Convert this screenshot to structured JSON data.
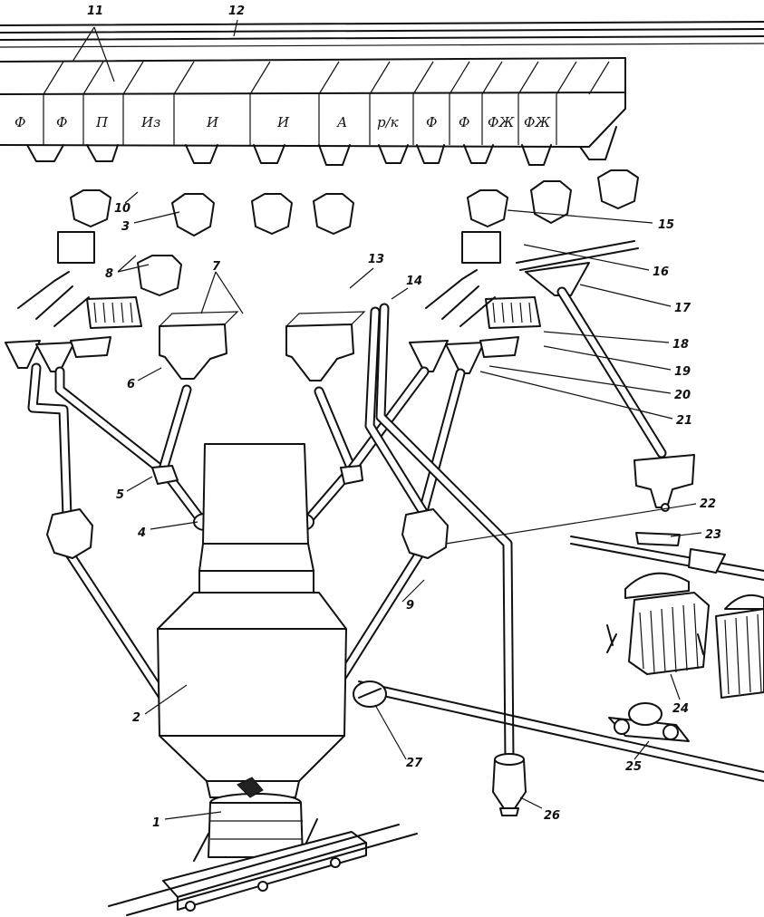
{
  "bins": [
    "Ф",
    "Ф",
    "П",
    "Из",
    "И",
    "И",
    "А",
    "р/к",
    "Ф",
    "Ф",
    "ФЖ",
    "ФЖ"
  ],
  "callouts": [
    "1",
    "2",
    "3",
    "4",
    "5",
    "6",
    "7",
    "8",
    "9",
    "10",
    "11",
    "12",
    "13",
    "14",
    "15",
    "16",
    "17",
    "18",
    "19",
    "20",
    "21",
    "22",
    "23",
    "24",
    "25",
    "26",
    "27"
  ]
}
